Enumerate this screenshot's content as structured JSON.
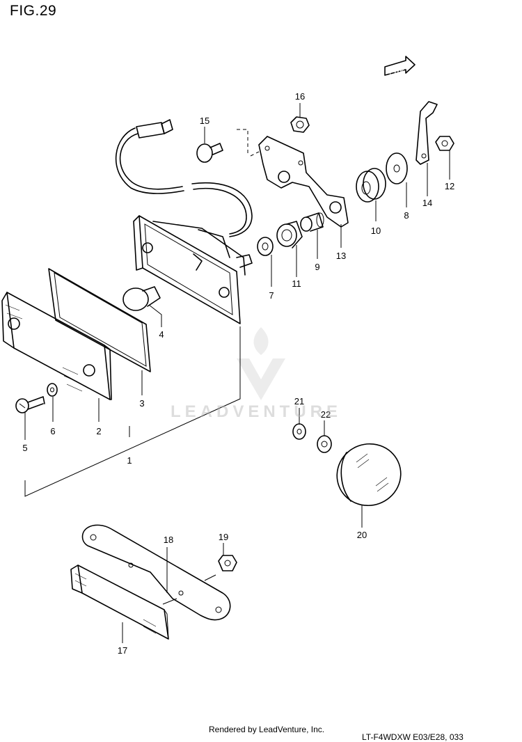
{
  "figure": {
    "title": "FIG.29",
    "fwd_label": "FWD"
  },
  "watermark": {
    "brand": "LEADVENTURE"
  },
  "callouts": [
    "1",
    "2",
    "3",
    "4",
    "5",
    "6",
    "7",
    "8",
    "9",
    "10",
    "11",
    "12",
    "13",
    "14",
    "15",
    "16",
    "17",
    "18",
    "19",
    "20",
    "21",
    "22"
  ],
  "footer": {
    "credit": "Rendered by LeadVenture, Inc.",
    "model_code": "LT-F4WDXW E03/E28, 033"
  }
}
